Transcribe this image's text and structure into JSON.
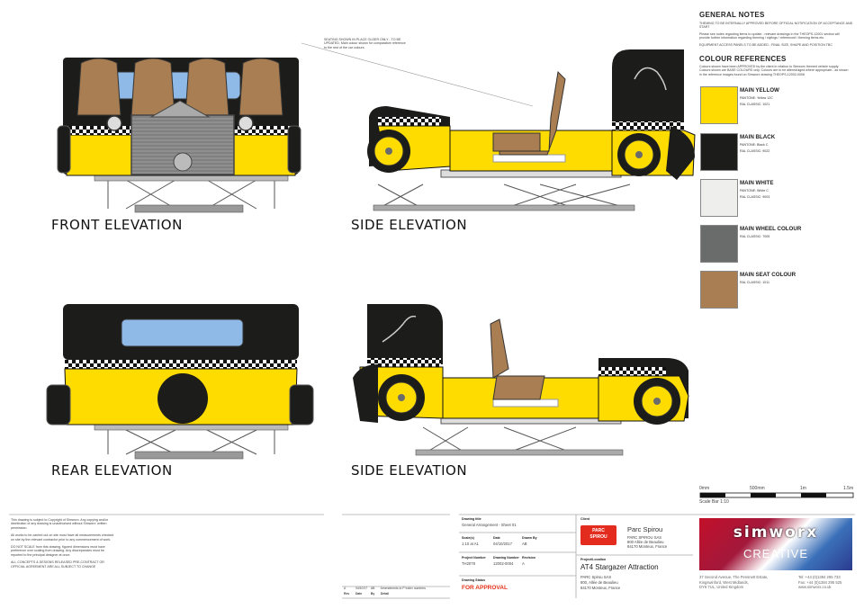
{
  "views": {
    "front": "FRONT ELEVATION",
    "side_top": "SIDE ELEVATION",
    "rear": "REAR ELEVATION",
    "side_bottom": "SIDE ELEVATION"
  },
  "callout": {
    "line1": "SEATING SHOWN IN PLACE OLDER ONLY - TO BE",
    "line2": "UPDATED. Main colour shown for comparative reference",
    "line3": "to the rest of the car colours."
  },
  "general_notes": {
    "title": "GENERAL NOTES",
    "line1": "THEMING TO BE INTERNALLY APPROVED BEFORE OFFICIAL NOTIFICATION OF ACCEPTANCE AND START",
    "line2": "Please see notes regarding items to update - relevant drawings in the THEOPS-12001 section will",
    "line3": "provide further information regarding theming / stylings / referenced / theming items etc.",
    "line4": "EQUIPMENT ACCESS PANELS TO BE ADDED - FINAL SIZE, SHAPE AND POSITION TBC"
  },
  "colour_refs": {
    "title": "COLOUR REFERENCES",
    "line1": "Colours shown have been APPROVED by the client in relation to Simworx themed vehicle supply.",
    "line2": "Colours shown are BASE COLOURS only. Colours are to be altered/aged where appropriate - as shown",
    "line3": "in the reference images found on Simworx drawing THEOPS-12002-0006",
    "items": [
      {
        "name": "MAIN YELLOW",
        "pantone": "PANTONE: Yellow 12C",
        "ral": "RAL CLASSIC: 1021",
        "color": "#FFDC00"
      },
      {
        "name": "MAIN BLACK",
        "pantone": "PANTONE: Black C",
        "ral": "RAL CLASSIC: 9022",
        "color": "#1c1c1a"
      },
      {
        "name": "MAIN WHITE",
        "pantone": "PANTONE: White C",
        "ral": "RAL CLASSIC: 9003",
        "color": "#eeeeec"
      },
      {
        "name": "MAIN WHEEL COLOUR",
        "pantone": "",
        "ral": "RAL CLASSIC: 7005",
        "color": "#6a6b6b"
      },
      {
        "name": "MAIN SEAT COLOUR",
        "pantone": "",
        "ral": "RAL CLASSIC: 1011",
        "color": "#A97E52"
      }
    ]
  },
  "scale_bar": {
    "t0": "0mm",
    "t1": "500mm",
    "t2": "1m",
    "t3": "1.5m",
    "label": "Scale Bar 1:10"
  },
  "disclaimer": {
    "p1": "This drawing is subject to Copyright of Simworx. Any copying and/or distribution of any drawing is unauthorised without Simworx' written permission.",
    "p2": "All works to be carried out on site must have all measurements checked on site by the relevant contractor prior to any commencement of work.",
    "p3": "DO NOT SCALE from this drawing, figured dimensions must have preference over scaling from drawing. Any discrepancies must be reported to the principal designer at once.",
    "p4": "ALL CONCEPTS & DESIGNS RELEASED PRE-CONTRACT OR OFFICIAL AGREEMENT ARE ALL SUBJECT TO CHANGE"
  },
  "revision": {
    "row": [
      "A",
      "04/10/17",
      "AB",
      "Amendments to P Index numbers"
    ],
    "headers": [
      "Rev",
      "Date",
      "By",
      "Detail"
    ]
  },
  "title_block": {
    "drawing_title_lab": "Drawing title",
    "drawing_title": "General Arrangement - Sheet 01",
    "scale_lab": "Scale(s)",
    "scale": "1:10 at A1",
    "date_lab": "Date",
    "date": "04/10/2017",
    "drawn_lab": "Drawn By",
    "drawn": "AB",
    "project_number_lab": "Project Number",
    "project_number": "TH2078",
    "drawing_number_lab": "Drawing Number",
    "drawing_number": "12002-0004",
    "revision_lab": "Revision",
    "revision": "A",
    "status_lab": "Drawing Status",
    "status": "FOR APPROVAL",
    "client_lab": "Client",
    "client_name": "Parc Spirou",
    "client_addr1": "PARC SPIROU SAS",
    "client_addr2": "800 Allée de Beaulieu",
    "client_addr3": "84170 Monteux, France",
    "client_logo_line1": "PARC",
    "client_logo_line2": "SPIROU",
    "project_lab": "Project/Location",
    "project": "AT4 Stargazer Attraction",
    "project_addr1": "PARC Spirou SAS",
    "project_addr2": "800, Allée de Beaulieu",
    "project_addr3": "84170 Monteux, France"
  },
  "simworx": {
    "logo": "simworx",
    "sub": "CREATIVE",
    "addr1": "37 Second Avenue, The Pensnett Estate,",
    "addr2": "Kingswinford, West Midlands,",
    "addr3": "DY6 7UL, United Kingdom",
    "tel": "Tel: +44 (0)1384 295 733",
    "fax": "Fax: +44 (0)1384 295 525",
    "web": "www.simworx.co.uk"
  }
}
